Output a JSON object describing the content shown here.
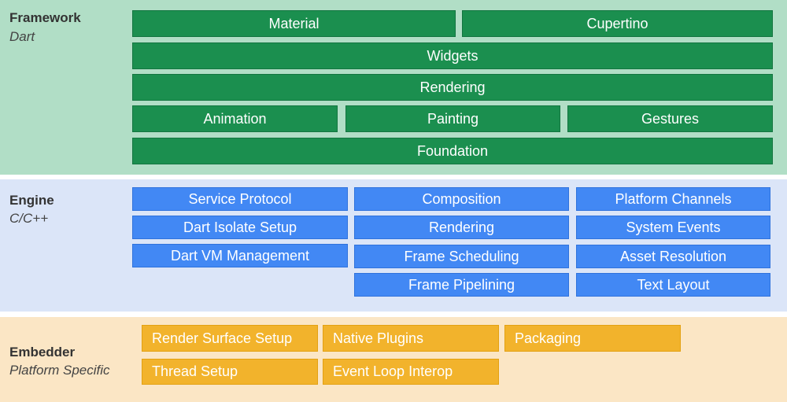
{
  "framework": {
    "title": "Framework",
    "subtitle": "Dart",
    "blocks": {
      "material": "Material",
      "cupertino": "Cupertino",
      "widgets": "Widgets",
      "rendering": "Rendering",
      "animation": "Animation",
      "painting": "Painting",
      "gestures": "Gestures",
      "foundation": "Foundation"
    }
  },
  "engine": {
    "title": "Engine",
    "subtitle": "C/C++",
    "blocks": {
      "service_protocol": "Service Protocol",
      "dart_isolate_setup": "Dart Isolate Setup",
      "dart_vm_management": "Dart VM Management",
      "composition": "Composition",
      "rendering": "Rendering",
      "frame_scheduling": "Frame Scheduling",
      "frame_pipelining": "Frame Pipelining",
      "platform_channels": "Platform Channels",
      "system_events": "System Events",
      "asset_resolution": "Asset Resolution",
      "text_layout": "Text Layout"
    }
  },
  "embedder": {
    "title": "Embedder",
    "subtitle": "Platform Specific",
    "blocks": {
      "render_surface_setup": "Render Surface Setup",
      "native_plugins": "Native Plugins",
      "packaging": "Packaging",
      "thread_setup": "Thread Setup",
      "event_loop_interop": "Event Loop Interop"
    }
  },
  "colors": {
    "framework_bg": "#b1dec6",
    "framework_block": "#1b8f4f",
    "engine_bg": "#dbe5f8",
    "engine_block": "#4288f4",
    "embedder_bg": "#fbe6c5",
    "embedder_block": "#f2b32c"
  }
}
